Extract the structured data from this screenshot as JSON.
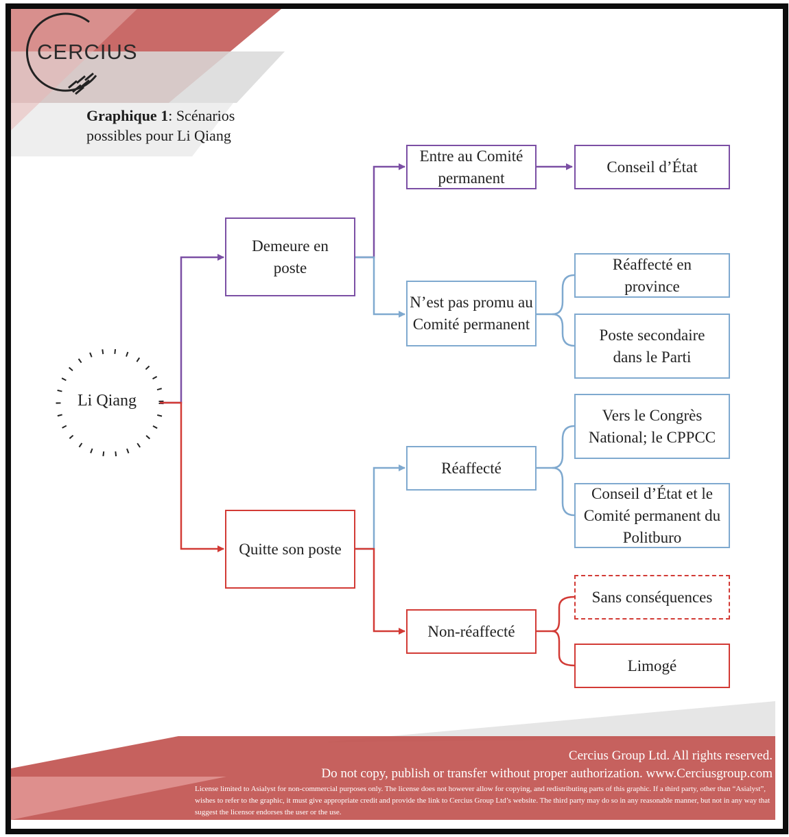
{
  "logo": {
    "name": "CERCIUS"
  },
  "title": {
    "bold": "Graphique 1",
    "rest": ": Scénarios",
    "line2": "possibles pour Li Qiang"
  },
  "root": {
    "label": "Li Qiang"
  },
  "nodes": {
    "demeure": "Demeure en poste",
    "quitte": "Quitte son poste",
    "entre": "Entre au Comité permanent",
    "nest_pas": "N’est pas promu au Comité permanent",
    "reaffecte": "Réaffecté",
    "non_reaffecte": "Non-réaffecté",
    "conseil_etat": "Conseil d’État",
    "province": "Réaffecté en province",
    "poste_secondaire": "Poste secondaire dans le Parti",
    "congres": "Vers le Congrès National; le CPPCC",
    "conseil_comite": "Conseil d’État et le Comité permanent du Politburo",
    "sans_consequences": "Sans conséquences",
    "limoge": "Limogé"
  },
  "colors": {
    "purple": "#7b4fa4",
    "blue": "#7fa9cf",
    "red": "#d23a35"
  },
  "footer": {
    "line1": "Cercius Group Ltd. All rights reserved.",
    "line2": "Do not copy, publish or transfer without proper authorization. www.Cerciusgroup.com",
    "license": "License limited to Asialyst for non-commercial purposes only. The license does not however allow for copying, and redistributing parts of this graphic. If a third party, other than “Asialyst”, wishes to refer to the graphic, it must give appropriate credit and provide the link to Cercius Group Ltd’s website. The third party may do so in any reasonable manner, but not in any way that suggest the licensor endorses the user or the use."
  }
}
